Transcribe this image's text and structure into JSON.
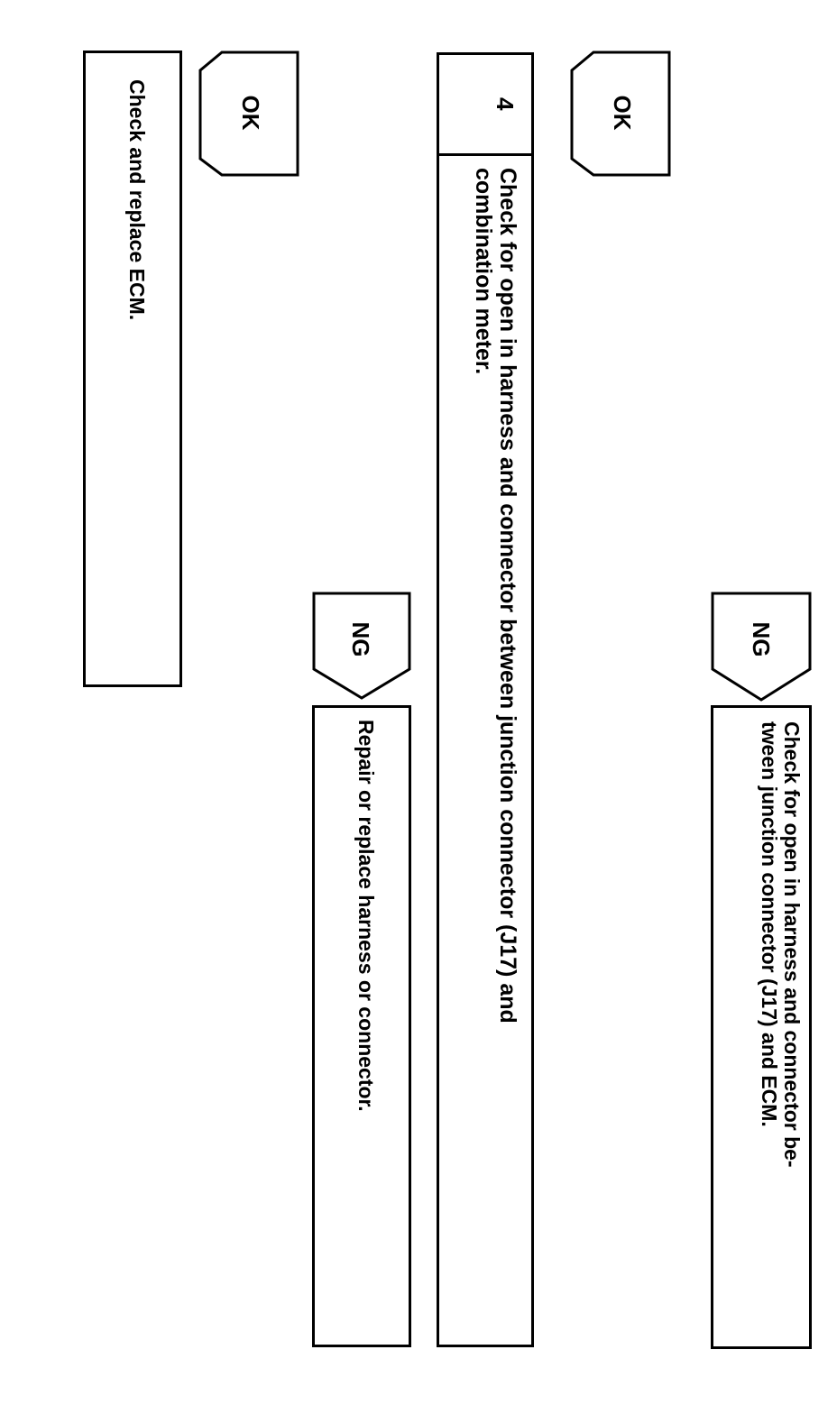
{
  "flow": {
    "top_ok": "OK",
    "top_ng": "NG",
    "top_ng_action_line1": "Check for open in harness and connector be-",
    "top_ng_action_line2": "tween junction connector (J17) and ECM.",
    "step4": {
      "number": "4",
      "line1": "Check for open in harness and connector between junction connector (J17) and",
      "line2": "combination meter."
    },
    "step4_ng": "NG",
    "step4_ng_action": "Repair or replace harness or connector.",
    "step4_ok": "OK",
    "step4_ok_action": "Check and replace ECM."
  }
}
